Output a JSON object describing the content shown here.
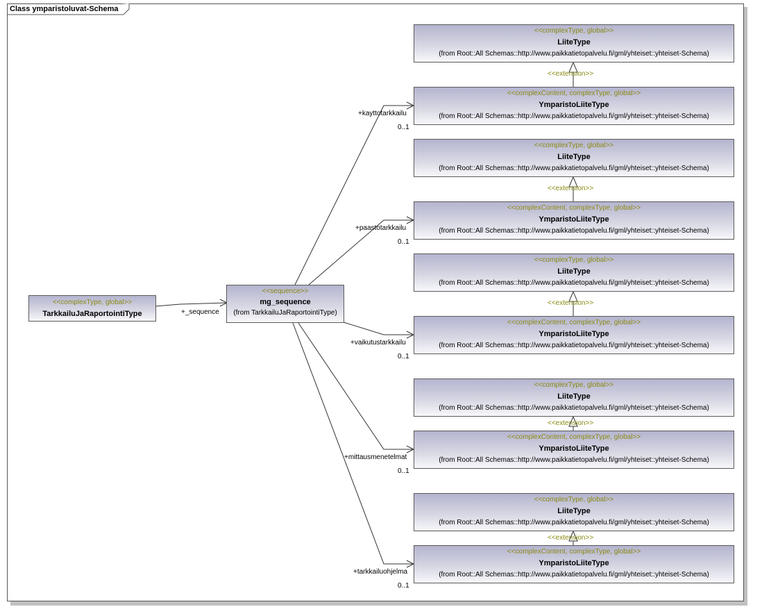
{
  "diagram": {
    "title": "Class ymparistoluvat-Schema"
  },
  "source_class": {
    "stereotype": "<<complexType, global>>",
    "name": "TarkkailuJaRaportointiType"
  },
  "sequence": {
    "stereotype": "<<sequence>>",
    "name": "mg_sequence",
    "from": "(from TarkkailuJaRaportointiType)",
    "link_label": "+_sequence"
  },
  "base_type": {
    "stereotype": "<<complexType, global>>",
    "name": "LiiteType",
    "from": "(from Root::All Schemas::http://www.paikkatietopalvelu.fi/gml/yhteiset::yhteiset-Schema)"
  },
  "derived_type": {
    "stereotype": "<<complexContent, complexType, global>>",
    "name": "YmparistoLiiteType",
    "from": "(from Root::All Schemas::http://www.paikkatietopalvelu.fi/gml/yhteiset::yhteiset-Schema)"
  },
  "extension_label": "<<extension>>",
  "associations": [
    {
      "role": "+kayttotarkkailu",
      "multiplicity": "0..1"
    },
    {
      "role": "+paastotarkkailu",
      "multiplicity": "0..1"
    },
    {
      "role": "+vaikutustarkkailu",
      "multiplicity": "0..1"
    },
    {
      "role": "+mittausmenetelmat",
      "multiplicity": "0..1"
    },
    {
      "role": "+tarkkailuohjelma",
      "multiplicity": "0..1"
    }
  ]
}
